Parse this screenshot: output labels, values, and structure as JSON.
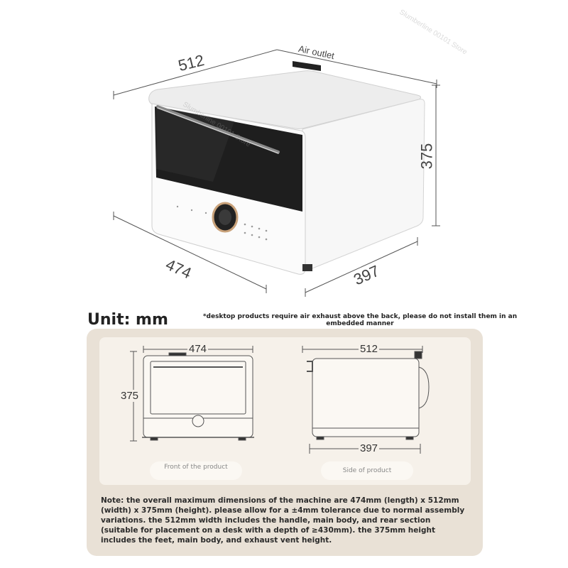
{
  "hero": {
    "dim_width": "512",
    "dim_depth": "397",
    "dim_height": "375",
    "dim_length": "474",
    "air_outlet_label": "Air outlet"
  },
  "unit_title": "Unit: mm",
  "exhaust_note": "*desktop products require air exhaust above the back, please do not install them in an embedded manner",
  "front_view": {
    "width_label": "474",
    "height_label": "375",
    "caption": "Front of the product"
  },
  "side_view": {
    "width_label": "512",
    "depth_label": "397",
    "caption": "Side of product"
  },
  "note": "Note: the overall maximum dimensions of the machine are 474mm (length) x 512mm (width) x 375mm (height). please allow for a ±4mm tolerance due to normal assembly variations. the 512mm width includes the handle, main body, and rear section (suitable for placement on a desk with a depth of ≥430mm). the 375mm height includes the feet, main body, and exhaust vent height.",
  "watermark": "Slumberline 00101 Store",
  "colors": {
    "panel": "#e9e1d6",
    "inner_panel": "#f6f1ea",
    "oven_body": "#f2f2f2",
    "oven_glass": "#1e1e1e",
    "knob_accent": "#c9a27a"
  }
}
